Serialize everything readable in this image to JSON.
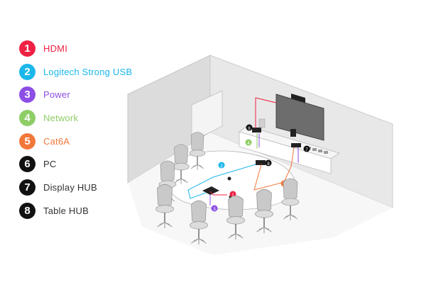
{
  "legend": [
    {
      "num": "1",
      "label": "HDMI",
      "color": "#ef2145",
      "text_color": "#ef2145"
    },
    {
      "num": "2",
      "label": "Logitech Strong USB",
      "color": "#1cb7eb",
      "text_color": "#1cb7eb"
    },
    {
      "num": "3",
      "label": "Power",
      "color": "#8c4ee6",
      "text_color": "#8c4ee6"
    },
    {
      "num": "4",
      "label": "Network",
      "color": "#8fcd67",
      "text_color": "#8fcd67"
    },
    {
      "num": "5",
      "label": "Cat6A",
      "color": "#f2773a",
      "text_color": "#f2773a"
    },
    {
      "num": "6",
      "label": "PC",
      "color": "#111111",
      "text_color": "#333333"
    },
    {
      "num": "7",
      "label": "Display HUB",
      "color": "#111111",
      "text_color": "#333333"
    },
    {
      "num": "8",
      "label": "Table HUB",
      "color": "#111111",
      "text_color": "#333333"
    }
  ]
}
